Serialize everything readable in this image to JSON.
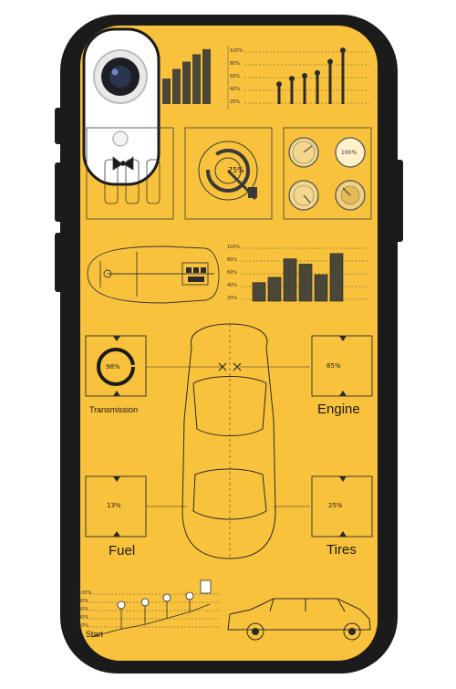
{
  "case": {
    "body_color": "#1b1b1b",
    "print_color": "#f9c23c",
    "line_color": "#2b2b2b"
  },
  "icons": {
    "camera": "camera-lens-icon",
    "bow_tie": "bow-tie-icon",
    "side_button": "side-button-icon"
  },
  "bar_axis_top": [
    "100%",
    "80%",
    "60%",
    "40%",
    "20%"
  ],
  "bar_axis_mid": [
    "100%",
    "80%",
    "60%",
    "40%",
    "20%"
  ],
  "top_left_bars": [
    0.45,
    0.62,
    0.75,
    0.88,
    0.97
  ],
  "lollipops": [
    0.35,
    0.45,
    0.5,
    0.55,
    0.75,
    0.95
  ],
  "mid_bars": [
    0.35,
    0.45,
    0.8,
    0.7,
    0.5,
    0.9
  ],
  "gauges": {
    "center_gauge": "75%",
    "dial_label": "100%"
  },
  "panels": {
    "transmission": {
      "label": "Transmission",
      "value": "98%"
    },
    "engine": {
      "label": "Engine",
      "value": "85%"
    },
    "fuel": {
      "label": "Fuel",
      "value": "13%"
    },
    "tires": {
      "label": "Tires",
      "value": "25%"
    }
  },
  "timeline": {
    "axis": [
      "100%",
      "80%",
      "60%",
      "40%",
      "20%"
    ],
    "start_label": "Start"
  }
}
